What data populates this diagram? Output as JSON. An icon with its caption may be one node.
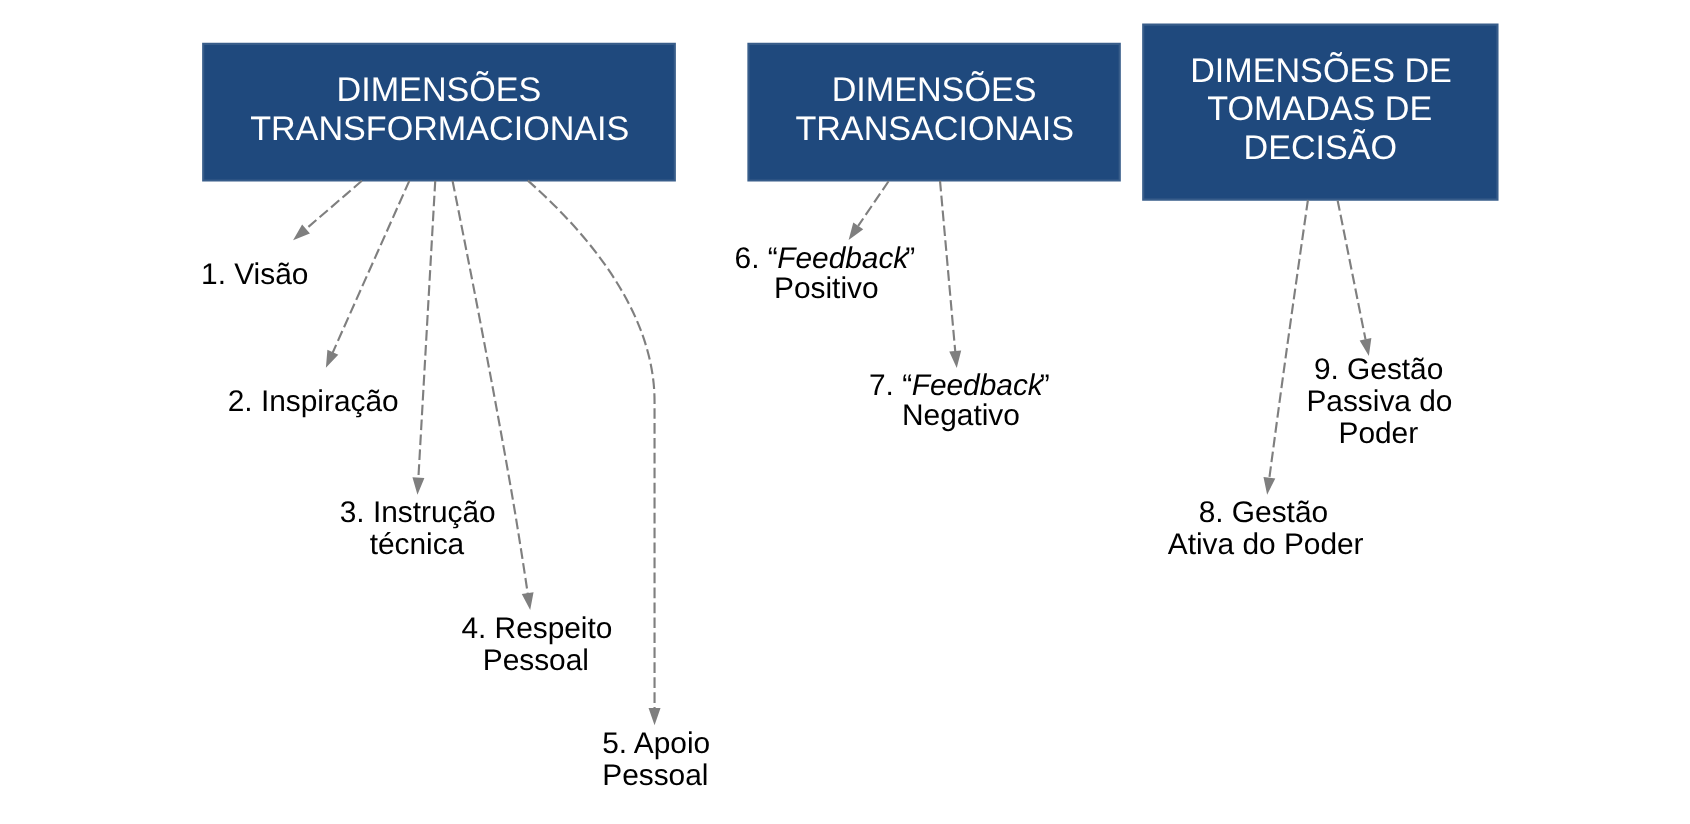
{
  "diagram": {
    "nodes": [
      {
        "text": [
          "DIMENSÕES TRANSFORMACIONAIS"
        ]
      },
      {
        "text": [
          "DIMENSÕES TRANSACIONAIS"
        ]
      },
      {
        "text": [
          "DIMENSÕES DE TOMADAS DE DECISÃO"
        ]
      },
      {
        "text": [
          "1. Visão"
        ]
      },
      {
        "text": [
          "2. Inspiração"
        ]
      },
      {
        "text": [
          "3. Instrução técnica"
        ]
      },
      {
        "text": [
          "4. Respeito Pessoal"
        ]
      },
      {
        "text": [
          "5. Apoio Pessoal"
        ]
      },
      {
        "text": [
          "6. “*Feedback*” Positivo"
        ]
      },
      {
        "text": [
          "7. “*Feedback*” Negativo"
        ]
      },
      {
        "text": [
          "8. Gestão Ativa do Poder"
        ]
      },
      {
        "text": [
          "9. Gestão Passiva do Poder"
        ]
      }
    ],
    "edges": [
      {
        "from": 0,
        "to": 3,
        "arrow": "to",
        "style": "dashed"
      },
      {
        "from": 0,
        "to": 4,
        "arrow": "to",
        "style": "dashed"
      },
      {
        "from": 0,
        "to": 5,
        "arrow": "to",
        "style": "dashed"
      },
      {
        "from": 0,
        "to": 6,
        "arrow": "to",
        "style": "dashed"
      },
      {
        "from": 0,
        "to": 7,
        "arrow": "to",
        "style": "dashed"
      },
      {
        "from": 1,
        "to": 8,
        "arrow": "to",
        "style": "dashed"
      },
      {
        "from": 1,
        "to": 9,
        "arrow": "to",
        "style": "dashed"
      },
      {
        "from": 2,
        "to": 10,
        "arrow": "to",
        "style": "dashed"
      },
      {
        "from": 2,
        "to": 11,
        "arrow": "to",
        "style": "dashed"
      }
    ]
  }
}
